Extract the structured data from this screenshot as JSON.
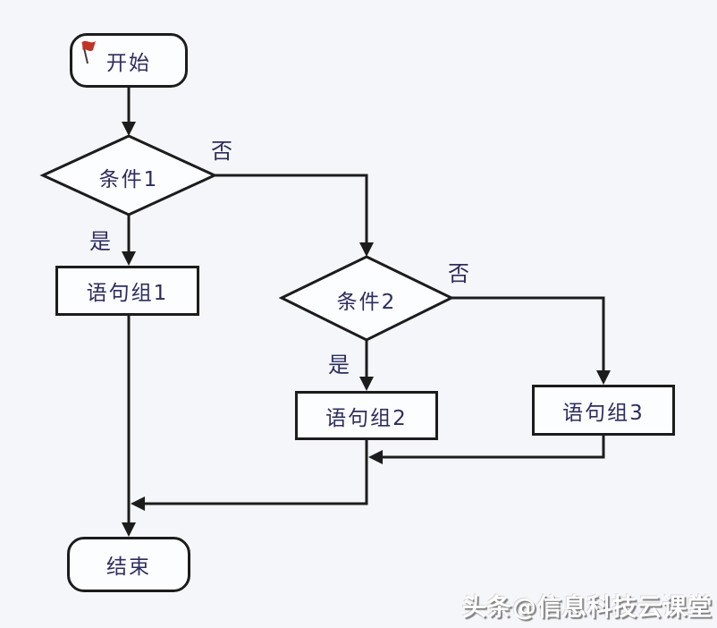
{
  "canvas": {
    "background_color": "#f5f6f9",
    "line_color": "#1c1c1c",
    "text_color": "#2d2d5e",
    "node_fill_color": "#fcfdff"
  },
  "nodes": {
    "start": {
      "type": "terminal",
      "label": "开始"
    },
    "decision1": {
      "type": "decision",
      "label": "条件1"
    },
    "process1": {
      "type": "process",
      "label": "语句组1"
    },
    "decision2": {
      "type": "decision",
      "label": "条件2"
    },
    "process2": {
      "type": "process",
      "label": "语句组2"
    },
    "process3": {
      "type": "process",
      "label": "语句组3"
    },
    "end": {
      "type": "terminal",
      "label": "结束"
    }
  },
  "edge_labels": {
    "decision1_yes": "是",
    "decision1_no": "否",
    "decision2_yes": "是",
    "decision2_no": "否"
  },
  "icons": {
    "start_flag": "red-flag-icon",
    "flag_color": "#c23327",
    "flag_pole_color": "#4a3a3a"
  },
  "watermark": {
    "text": "头条@信息科技云课堂"
  }
}
